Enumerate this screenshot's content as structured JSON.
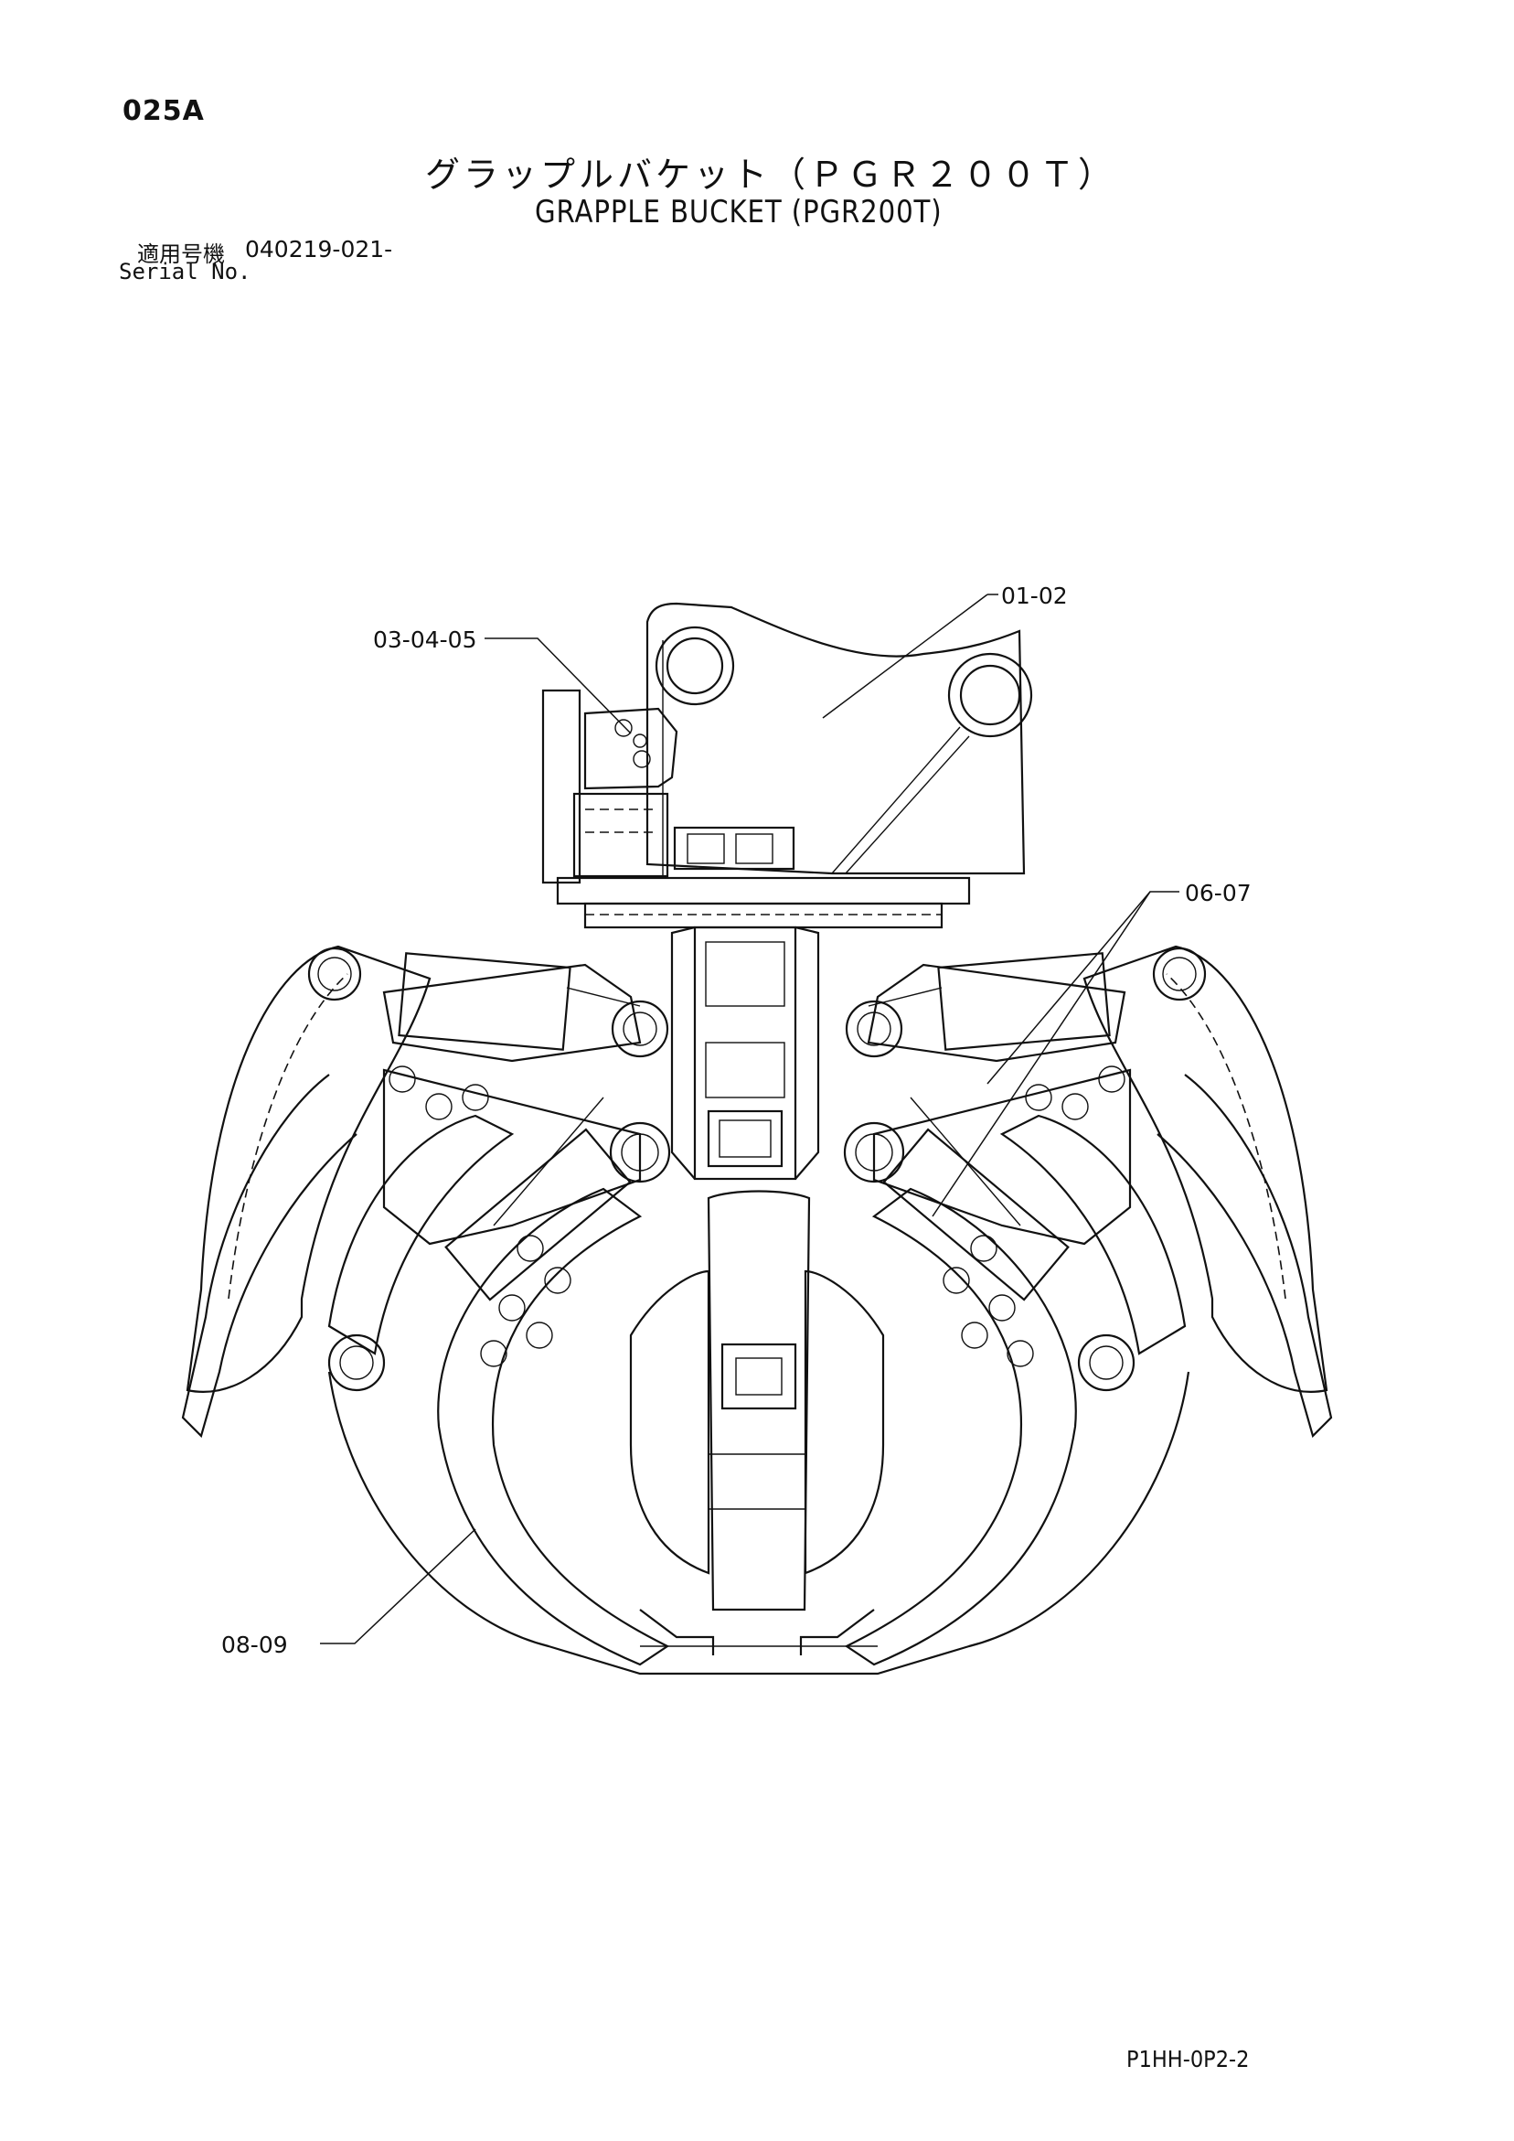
{
  "header": {
    "page_number": "025A",
    "title_jp": "グラップルバケット（ＰＧＲ２００Ｔ）",
    "title_en": "GRAPPLE BUCKET (PGR200T)",
    "serial_label_jp": "適用号機",
    "serial_value": "040219-021-",
    "serial_label_en": "Serial No."
  },
  "callouts": [
    {
      "id": "callout-01-02",
      "label": "01-02"
    },
    {
      "id": "callout-03-04-05",
      "label": "03-04-05"
    },
    {
      "id": "callout-06-07",
      "label": "06-07"
    },
    {
      "id": "callout-08-09",
      "label": "08-09"
    }
  ],
  "footer": {
    "doc_code": "P1HH-0P2-2"
  }
}
